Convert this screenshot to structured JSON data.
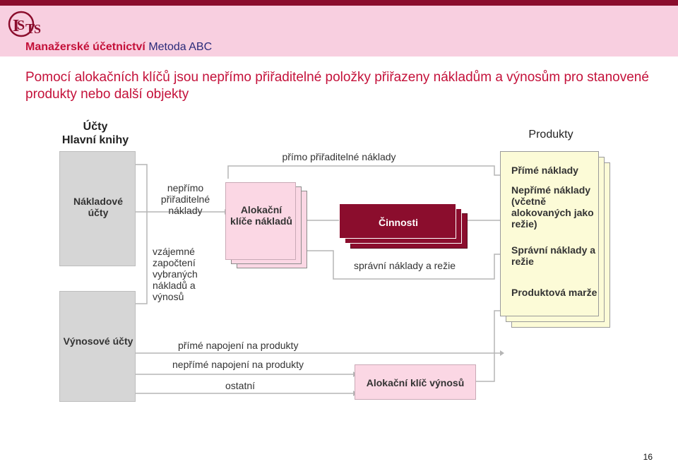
{
  "header": {
    "course_title": "Manažerské účetnictví",
    "course_subtitle": "Metoda ABC"
  },
  "slide": {
    "title": "Pomocí alokačních klíčů jsou nepřímo přiřaditelné položky přiřazeny nákladům a výnosům pro stanovené produkty nebo další objekty",
    "page_number": "16"
  },
  "columns": {
    "accounts_header_line1": "Účty",
    "accounts_header_line2": "Hlavní knihy",
    "products_header": "Produkty"
  },
  "nodes": {
    "cost_accounts": "Nákladové účty",
    "revenue_accounts": "Výnosové účty",
    "cost_allocation_keys": "Alokační klíče nákladů",
    "activities": "Činnosti",
    "revenue_allocation_key": "Alokační klíč výnosů"
  },
  "labels": {
    "direct_costs_top": "přímo přiřaditelné náklady",
    "indirect_costs": "nepřímo přiřaditelné náklady",
    "mutual_offset": "vzájemné započtení vybraných nákladů a výnosů",
    "admin_overhead": "správní náklady a režie",
    "direct_link_products": "přímé napojení na produkty",
    "indirect_link_products": "nepřímé napojení na produkty",
    "other": "ostatní"
  },
  "products_box": {
    "direct_costs": "Přímé náklady",
    "indirect_costs": "Nepřímé náklady (včetně alokovaných jako režie)",
    "admin_costs": "Správní náklady a režie",
    "product_margin": "Produktová marže"
  },
  "colors": {
    "brand_dark": "#8b0d2d",
    "header_pink": "#f8cfe0",
    "title_red": "#c4113a"
  }
}
